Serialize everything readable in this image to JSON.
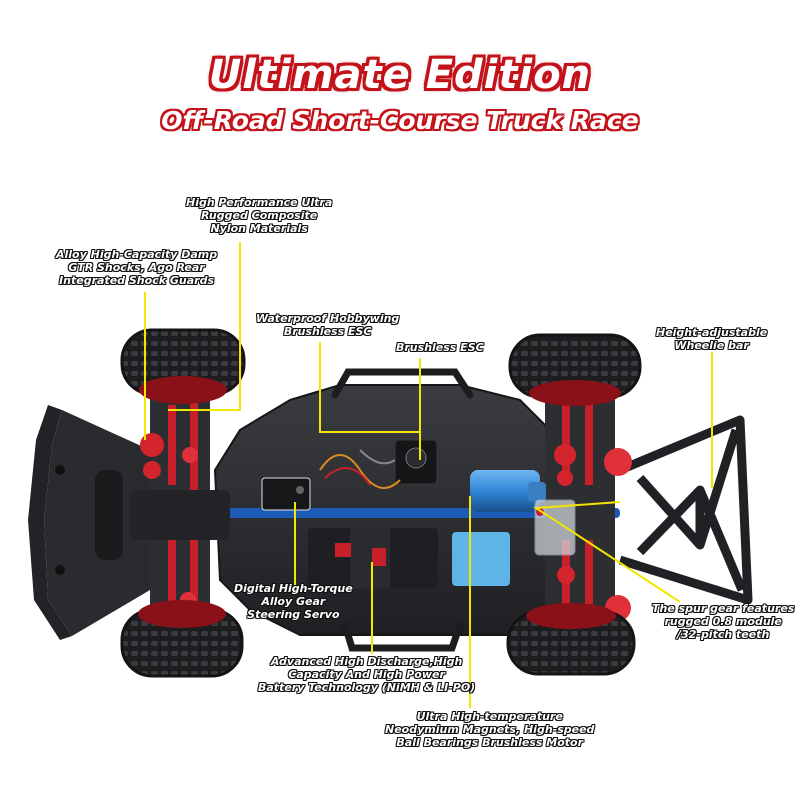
{
  "header": {
    "title": "Ultimate Edition",
    "subtitle": "Off-Road Short-Course Truck Race"
  },
  "callouts": {
    "nylon": [
      "High Performance Ultra",
      "Rugged Composite",
      "Nylon Materials"
    ],
    "shocks": [
      "Alloy High-Capacity Damp",
      "GTR Shocks, Ago Rear",
      "Integrated Shock Guards"
    ],
    "esc_waterproof": [
      "Waterproof Hobbywing",
      "Brushless ESC"
    ],
    "esc": [
      "Brushless ESC"
    ],
    "wheelie": [
      "Height-adjustable",
      "Wheelie bar"
    ],
    "servo": [
      "Digital High-Torque",
      "Alloy Gear",
      "Steering Servo"
    ],
    "spur": [
      "The spur gear features",
      "rugged 0.8 module",
      "/32-pitch teeth"
    ],
    "battery": [
      "Advanced High Discharge,High",
      "Capacity And High Power",
      "Battery Technology (NiMH & LI-PO)"
    ],
    "motor": [
      "Ultra High-temperature",
      "Neodymium Magnets, High-speed",
      "Ball Bearings Brushless Motor"
    ]
  },
  "colors": {
    "title_outline": "#c4121a",
    "leader_line": "#f3e600",
    "chassis": "#2b2d30",
    "anodized_red": "#c8202a",
    "motor_blue": "#2f86d6",
    "battery_blue": "#5fb4e6"
  }
}
